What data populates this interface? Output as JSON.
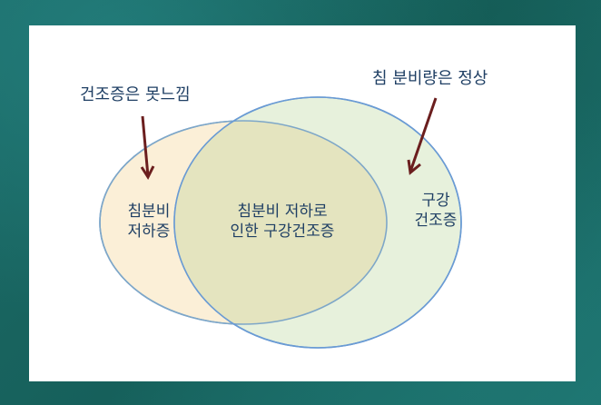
{
  "diagram": {
    "type": "venn",
    "colors": {
      "background": "#1f6d6a",
      "panel": "#ffffff",
      "left_fill": "#fbefd7",
      "right_fill": "#e7f1dc",
      "overlap_fill": "#e4e4bf",
      "outline": "#6a9bd4",
      "arrow": "#6b1e1e",
      "text": "#1f3f64"
    },
    "annotations": {
      "left": "건조증은 못느낌",
      "right": "침 분비량은 정상"
    },
    "regions": {
      "left_line1": "침분비",
      "left_line2": "저하증",
      "center_line1": "침분비 저하로",
      "center_line2": "인한 구강건조증",
      "right_line1": "구강",
      "right_line2": "건조증"
    }
  }
}
